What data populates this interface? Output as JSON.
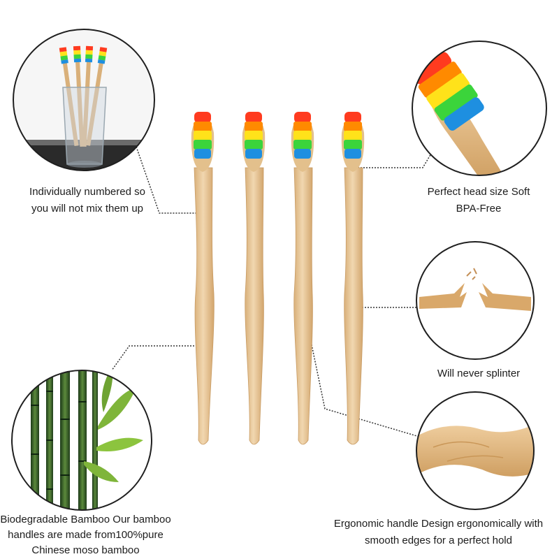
{
  "captions": {
    "numbered": "Individually numbered so\nyou will not mix them up",
    "head": "Perfect head size Soft\nBPA-Free",
    "splinter": "Will never splinter",
    "bamboo": "Biodegradable Bamboo Our bamboo\nhandles are made from100%pure\nChinese moso bamboo",
    "ergonomic": "Ergonomic handle Design ergonomically with\nsmooth edges for a perfect hold"
  },
  "colors": {
    "bristle_red": "#ff3b1f",
    "bristle_orange": "#ff8a00",
    "bristle_yellow": "#ffe21a",
    "bristle_green": "#3bd43b",
    "bristle_blue": "#1e8fe0",
    "bamboo_wood": "#e8c79a",
    "outline": "#1f1f1f"
  },
  "icons": [
    "toothbrush-icon",
    "glass-cup-icon",
    "bamboo-stalk-icon",
    "broken-stick-icon"
  ]
}
